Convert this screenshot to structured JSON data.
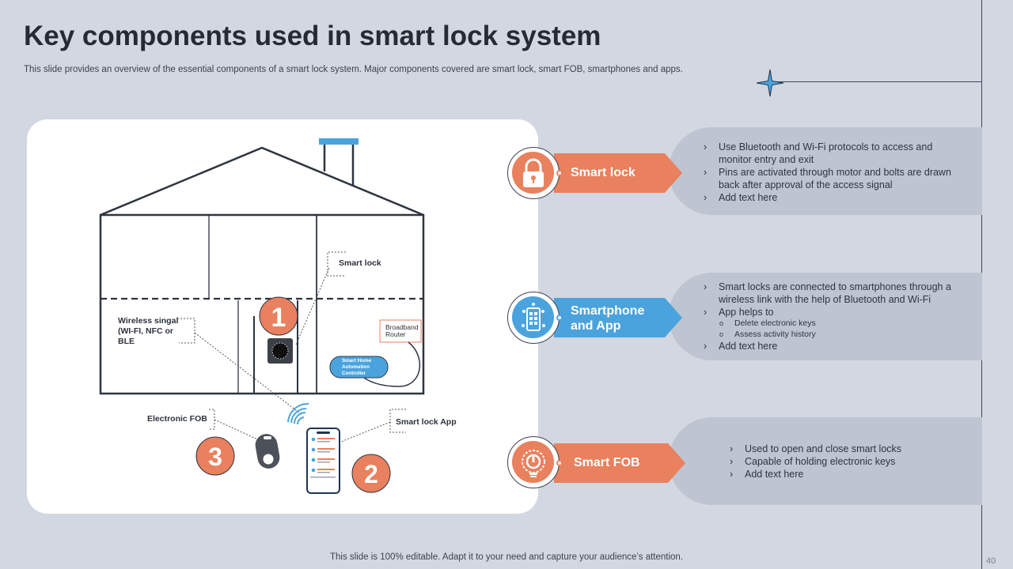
{
  "slide": {
    "title": "Key components used in smart lock system",
    "subtitle": "This slide provides an overview of the essential components of a smart lock system. Major components covered are smart lock, smart FOB, smartphones and apps.",
    "footer": "This slide is 100% editable. Adapt it to your need and capture your audience’s attention.",
    "page_number": "40"
  },
  "diagram": {
    "labels": {
      "smart_lock": "Smart lock",
      "wireless_line1": "Wireless singal",
      "wireless_line2": "(WI-FI, NFC or",
      "wireless_line3": "BLE",
      "router_line1": "Broadband",
      "router_line2": "Router",
      "controller_line1": "Smart Home",
      "controller_line2": "Automation",
      "controller_line3": "Controller",
      "electronic_fob": "Electronic FOB",
      "smart_lock_app": "Smart lock App"
    },
    "numbers": [
      "1",
      "2",
      "3"
    ]
  },
  "components": [
    {
      "name": "Smart lock",
      "icon": "padlock-icon",
      "bullets": [
        {
          "text": "Use Bluetooth and Wi-Fi protocols to access and monitor entry and exit"
        },
        {
          "text": "Pins are activated through motor and bolts are drawn back after approval  of the access signal"
        },
        {
          "text": "Add text here"
        }
      ]
    },
    {
      "name_line1": "Smartphone",
      "name_line2": "and App",
      "icon": "smartphone-app-icon",
      "bullets": [
        {
          "text": "Smart locks are connected to smartphones through a wireless link with the help of Bluetooth and Wi-Fi"
        },
        {
          "text": "App helps to"
        },
        {
          "text": "Add text here"
        }
      ],
      "sub_bullets": [
        "Delete electronic keys",
        "Assess activity history"
      ]
    },
    {
      "name": "Smart FOB",
      "icon": "key-fob-icon",
      "bullets": [
        {
          "text": "Used to open and close smart locks"
        },
        {
          "text": "Capable  of holding electronic keys"
        },
        {
          "text": "Add text here"
        }
      ]
    }
  ],
  "colors": {
    "background": "#d2d7e1",
    "orange": "#e9805e",
    "blue": "#4ba3dd",
    "band": "#bec4d0",
    "dark": "#2e3440"
  }
}
